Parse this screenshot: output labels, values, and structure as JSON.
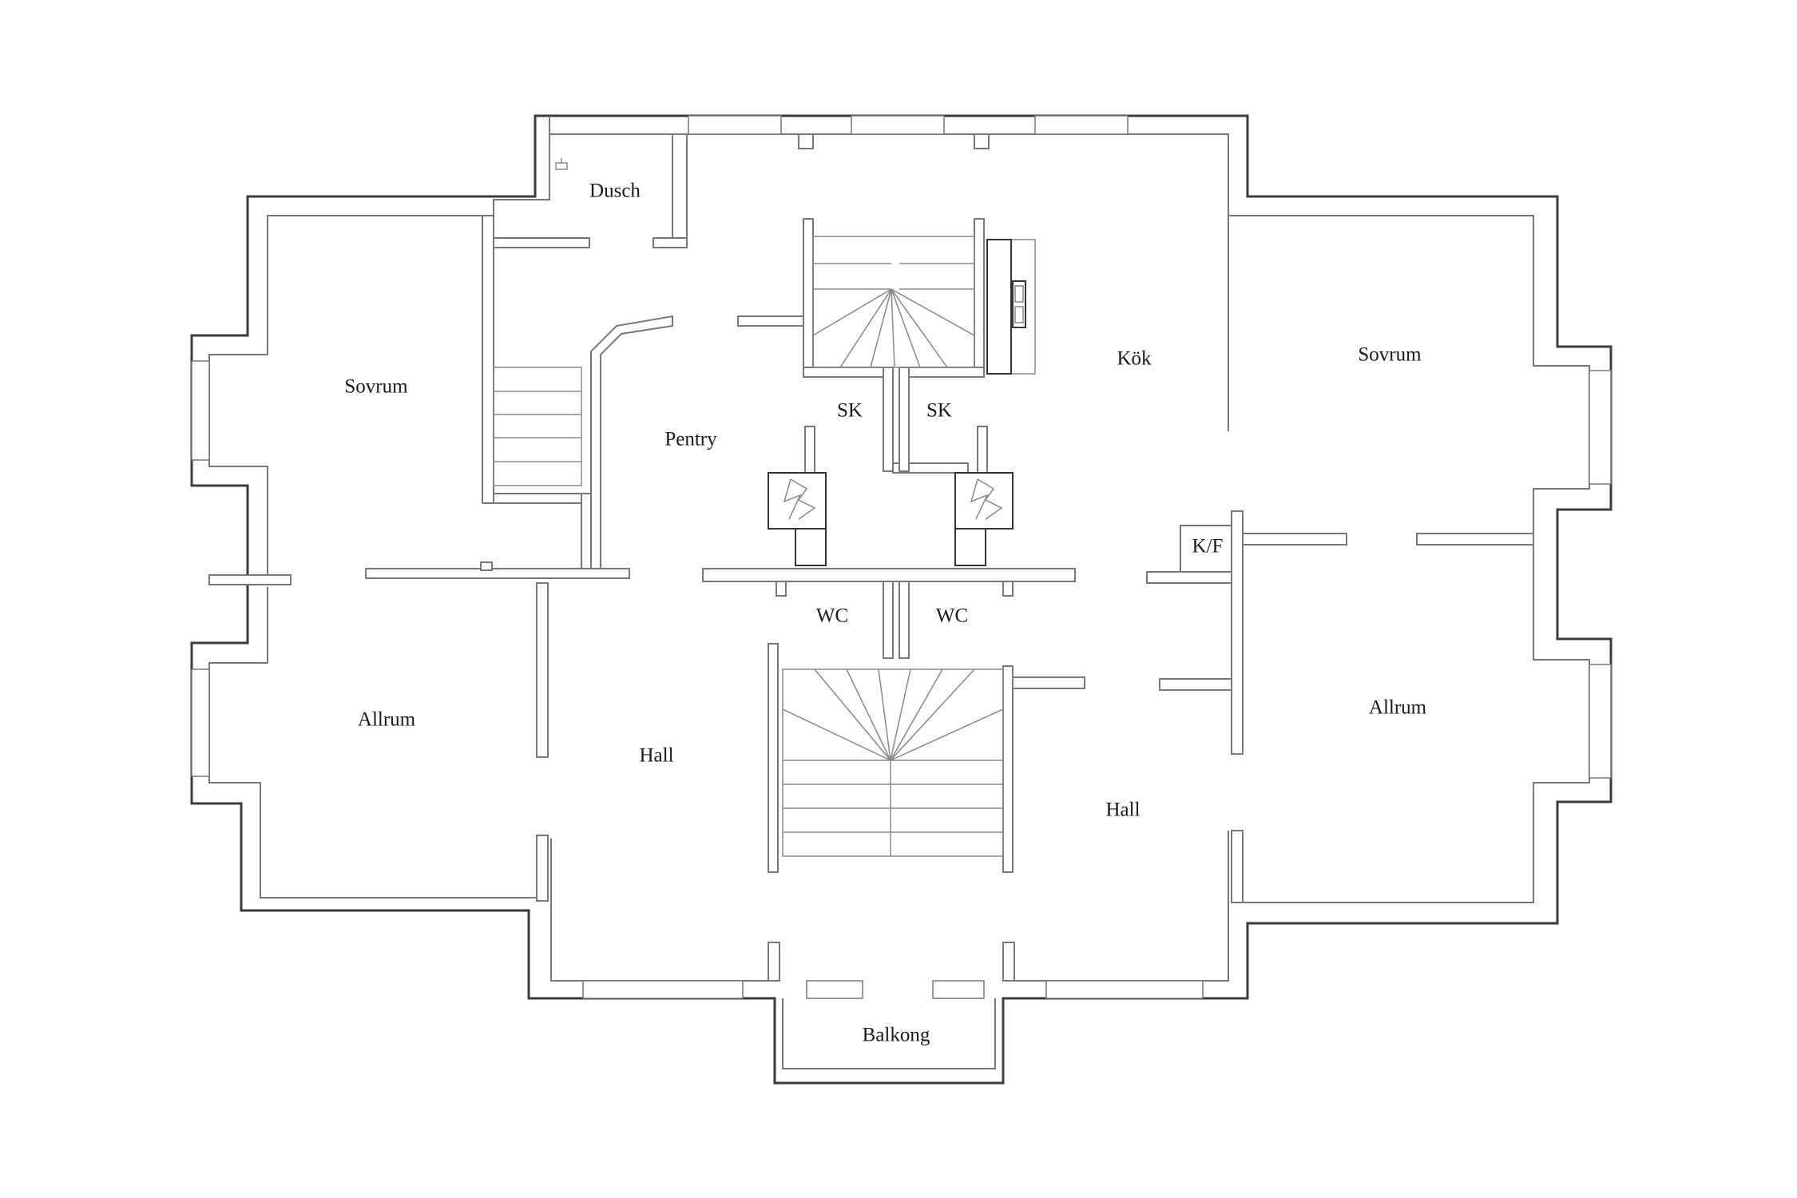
{
  "rooms": {
    "dusch": "Dusch",
    "sovrum_left": "Sovrum",
    "sovrum_right": "Sovrum",
    "kok": "Kök",
    "pentry": "Pentry",
    "sk_left": "SK",
    "sk_right": "SK",
    "kf": "K/F",
    "wc_left": "WC",
    "wc_right": "WC",
    "allrum_left": "Allrum",
    "allrum_right": "Allrum",
    "hall_left": "Hall",
    "hall_right": "Hall",
    "balkong": "Balkong"
  }
}
